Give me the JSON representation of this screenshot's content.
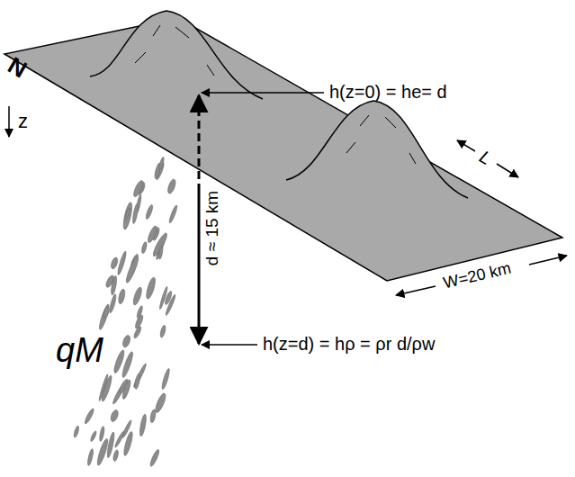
{
  "diagram": {
    "labels": [
      "N",
      "z",
      "h(z=0) = he= d",
      "d ≈ 15 km",
      "L",
      "W=20 km",
      "qM",
      "h(z=d) = hρ = ρr d/ρw"
    ]
  }
}
